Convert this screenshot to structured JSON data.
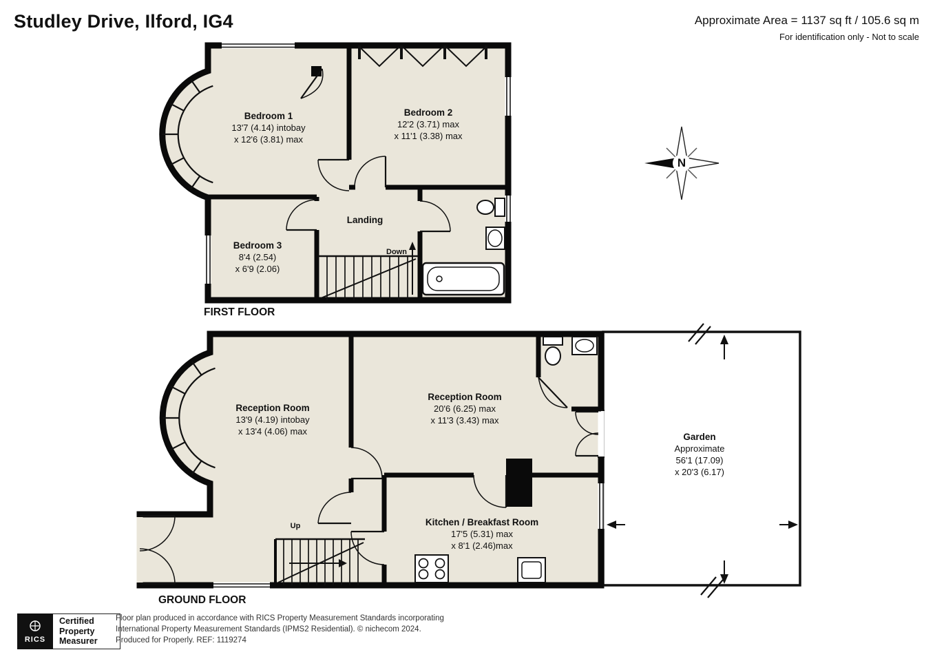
{
  "header": {
    "title": "Studley Drive, Ilford, IG4",
    "area": "Approximate Area = 1137 sq ft / 105.6 sq m",
    "disclaimer": "For identification only - Not to scale"
  },
  "compass": {
    "north_label": "N"
  },
  "first_floor": {
    "floor_label": "FIRST FLOOR",
    "bedroom1": {
      "name": "Bedroom 1",
      "dim1": "13'7 (4.14) intobay",
      "dim2": "x 12'6 (3.81) max"
    },
    "bedroom2": {
      "name": "Bedroom 2",
      "dim1": "12'2 (3.71) max",
      "dim2": "x 11'1 (3.38) max"
    },
    "bedroom3": {
      "name": "Bedroom 3",
      "dim1": "8'4 (2.54)",
      "dim2": "x 6'9 (2.06)"
    },
    "landing": {
      "name": "Landing"
    },
    "stairs_label": "Down"
  },
  "ground_floor": {
    "floor_label": "GROUND FLOOR",
    "reception1": {
      "name": "Reception Room",
      "dim1": "13'9 (4.19) intobay",
      "dim2": "x 13'4 (4.06) max"
    },
    "reception2": {
      "name": "Reception Room",
      "dim1": "20'6 (6.25) max",
      "dim2": "x 11'3 (3.43) max"
    },
    "kitchen": {
      "name": "Kitchen / Breakfast Room",
      "dim1": "17'5 (5.31) max",
      "dim2": "x 8'1 (2.46)max"
    },
    "garden": {
      "name": "Garden",
      "dim1": "Approximate",
      "dim2": "56'1 (17.09)",
      "dim3": "x 20'3 (6.17)"
    },
    "stairs_label": "Up"
  },
  "footer": {
    "badge": {
      "brand": "RICS",
      "title1": "Certified",
      "title2": "Property",
      "title3": "Measurer"
    },
    "line1": "Floor plan produced in accordance with RICS Property Measurement Standards incorporating",
    "line2": "International Property Measurement Standards (IPMS2 Residential).  © nichecom 2024.",
    "line3": "Produced for Properly.  REF: 1119274"
  },
  "colors": {
    "wall": "#0a0a0a",
    "room_fill": "#eae6da",
    "garden_fill": "#ffffff"
  }
}
